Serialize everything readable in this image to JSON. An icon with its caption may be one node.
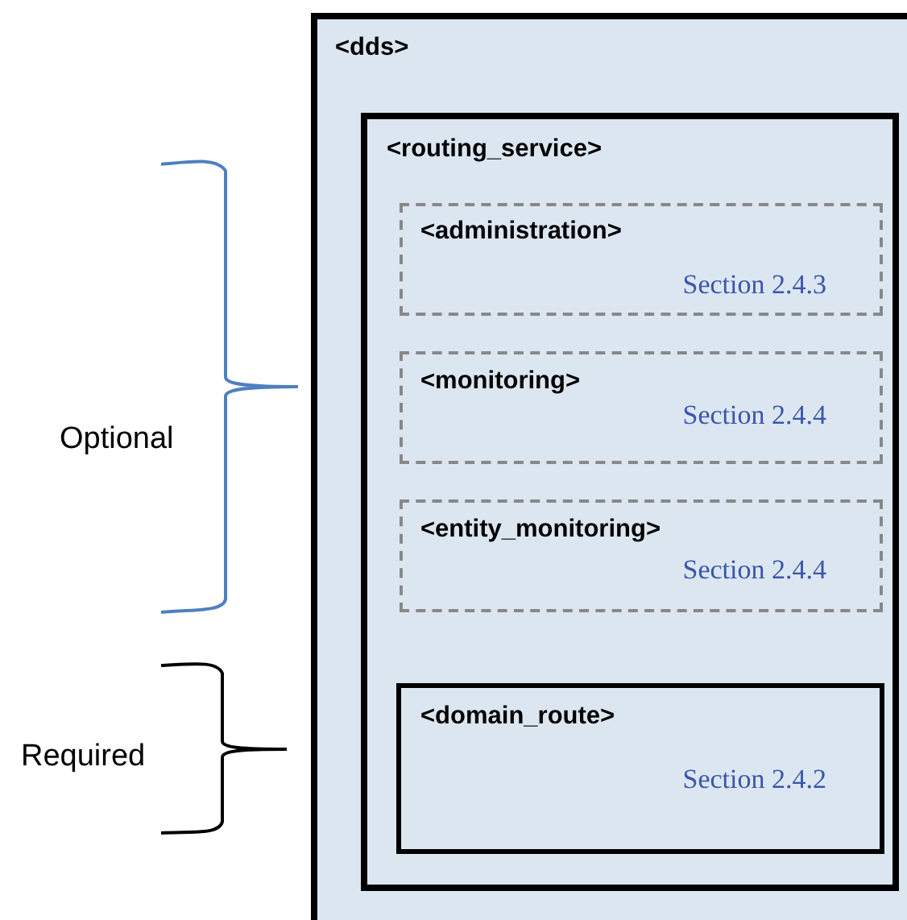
{
  "diagram": {
    "nodes": [
      {
        "text": [
          "<dds>"
        ]
      },
      {
        "text": [
          "<routing_service>"
        ],
        "in": 0
      },
      {
        "text": [
          "<administration>",
          "Section 2.4.3"
        ],
        "in": 1
      },
      {
        "text": [
          "<monitoring>",
          "Section 2.4.4"
        ],
        "in": 1
      },
      {
        "text": [
          "<entity_monitoring>",
          "Section 2.4.4"
        ],
        "in": 1
      },
      {
        "text": [
          "<domain_route>",
          "Section 2.4.2"
        ],
        "in": 1
      }
    ],
    "labels": [
      "Optional",
      "Required"
    ]
  }
}
